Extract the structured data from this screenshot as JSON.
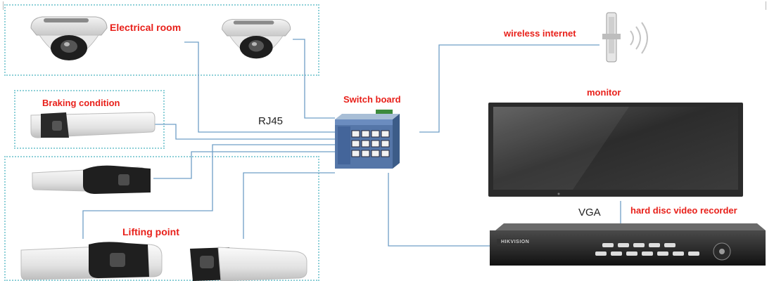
{
  "labels": {
    "electrical_room": "Electrical room",
    "braking_condition": "Braking condition",
    "lifting_point": "Lifting point",
    "switch_board": "Switch board",
    "rj45": "RJ45",
    "wireless_internet": "wireless internet",
    "monitor": "monitor",
    "vga": "VGA",
    "hard_disc_video_recorder": "hard disc video recorder"
  },
  "device_brand": "HIKVISION",
  "colors": {
    "label_red": "#e8201a",
    "zone_border": "#8fd0d8",
    "wire": "#6f9fc6",
    "switch_body": "#5576a8",
    "monitor_frame": "#2b2b2b"
  },
  "icons": {
    "dome_camera": "dome-camera-icon",
    "bullet_camera": "bullet-camera-icon",
    "switch": "ethernet-switch-icon",
    "antenna": "wireless-antenna-icon",
    "monitor": "monitor-icon",
    "recorder": "video-recorder-icon"
  }
}
